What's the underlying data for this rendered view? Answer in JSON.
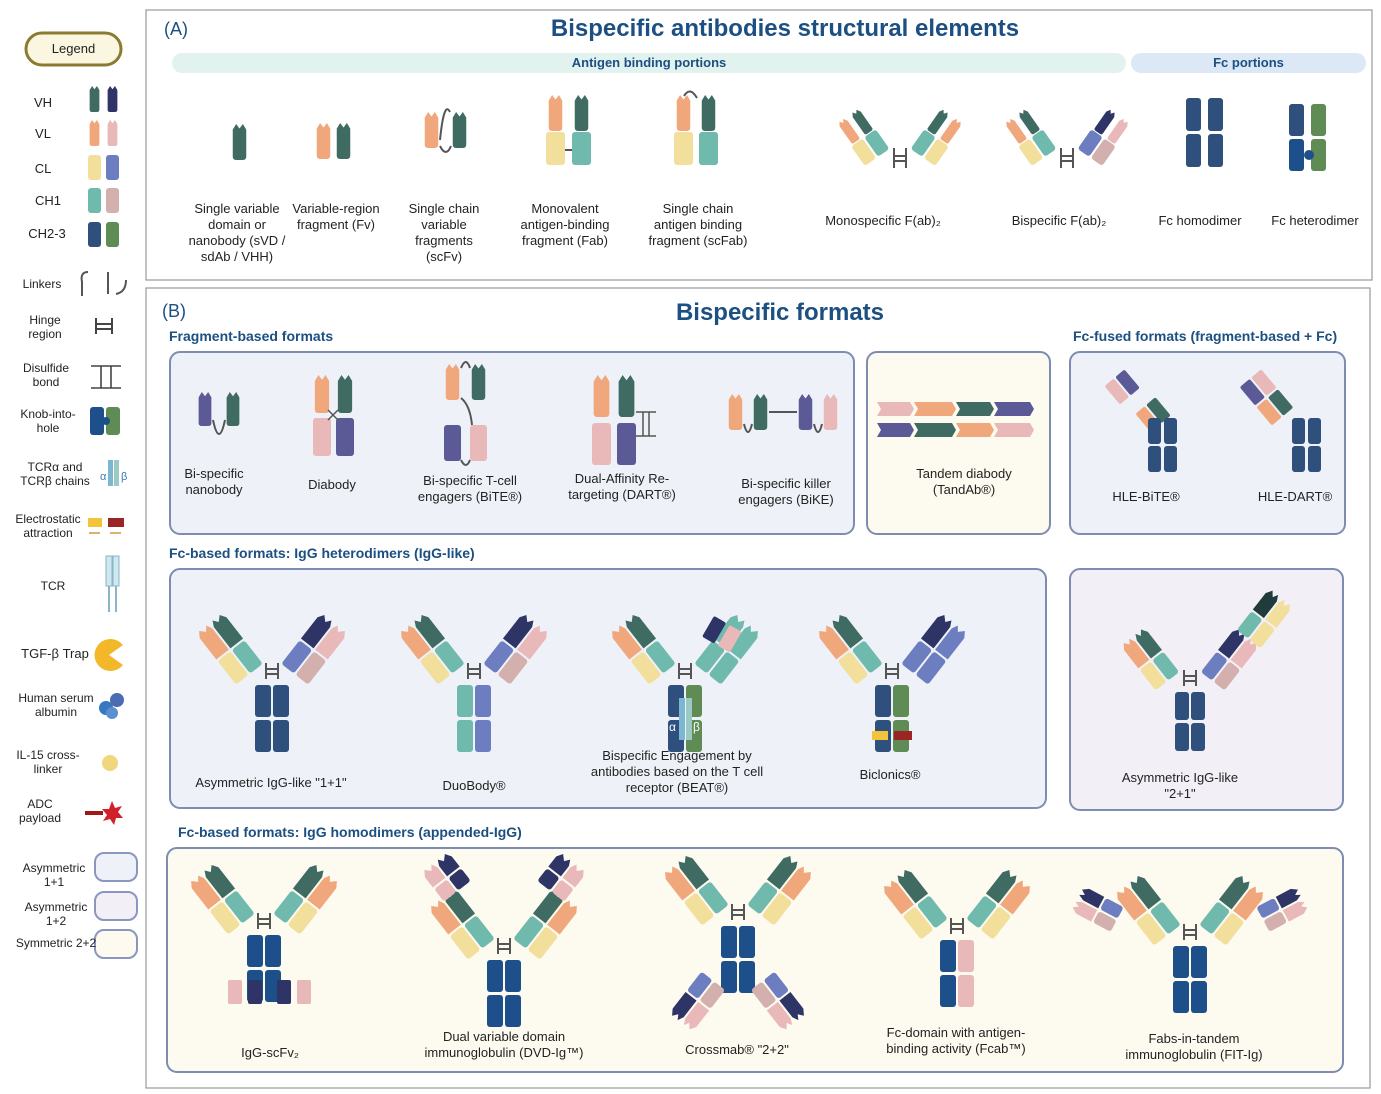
{
  "colors": {
    "vh_green": "#3f6b63",
    "vh_navy": "#2e3566",
    "vl_orange": "#f0a77c",
    "vl_pink": "#e9b8b8",
    "cl_yellow": "#f3df9c",
    "cl_blue": "#6c7ec0",
    "ch1_teal": "#6fb9ad",
    "ch1_rose": "#d3b0ae",
    "ch23_navy": "#2f4f7c",
    "ch23_green": "#5e8c54",
    "title_blue": "#1c4f82",
    "frame_gray": "#999999",
    "panel_blue_bg": "#eef2f8",
    "panel_lilac_bg": "#f3eff6",
    "panel_cream_bg": "#fdfaf0",
    "panel_border": "#7d8cb0"
  },
  "legend": {
    "title": "Legend",
    "rows": [
      {
        "label": "VH"
      },
      {
        "label": "VL"
      },
      {
        "label": "CL"
      },
      {
        "label": "CH1"
      },
      {
        "label": "CH2-3"
      },
      {
        "label": "Linkers"
      },
      {
        "label": "Hinge region"
      },
      {
        "label": "Disulfide bond"
      },
      {
        "label": "Knob-into-hole"
      },
      {
        "label": "TCRα and TCRβ chains"
      },
      {
        "label": "Electrostatic attraction"
      },
      {
        "label": "TCR"
      },
      {
        "label": "TGF-β Trap"
      },
      {
        "label": "Human serum albumin"
      },
      {
        "label": "IL-15 cross-linker"
      },
      {
        "label": "ADC payload"
      },
      {
        "label": "Asymmetric 1+1"
      },
      {
        "label": "Asymmetric 1+2"
      },
      {
        "label": "Symmetric 2+2"
      }
    ],
    "tcr_alpha": "α",
    "tcr_beta": "β"
  },
  "panel_a": {
    "tag": "(A)",
    "title": "Bispecific antibodies structural elements",
    "band_antigen": "Antigen binding portions",
    "band_fc": "Fc portions",
    "items": [
      {
        "label": "Single variable domain or nanobody (sVD / sdAb / VHH)"
      },
      {
        "label": "Variable-region fragment (Fv)"
      },
      {
        "label": "Single chain variable fragments (scFv)"
      },
      {
        "label": "Monovalent antigen-binding fragment (Fab)"
      },
      {
        "label": "Single chain antigen binding fragment (scFab)"
      },
      {
        "label": "Monospecific F(ab)₂"
      },
      {
        "label": "Bispecific F(ab)₂"
      },
      {
        "label": "Fc homodimer"
      },
      {
        "label": "Fc heterodimer"
      }
    ]
  },
  "panel_b": {
    "tag": "(B)",
    "title": "Bispecific formats",
    "sec_fragment": "Fragment-based formats",
    "sec_fcfused": "Fc-fused formats (fragment-based + Fc)",
    "sec_hetero": "Fc-based formats: IgG heterodimers (IgG-like)",
    "sec_homo": "Fc-based formats: IgG homodimers (appended-IgG)",
    "fragment_items": [
      {
        "label": "Bi-specific nanobody"
      },
      {
        "label": "Diabody"
      },
      {
        "label": "Bi-specific T-cell engagers (BiTE®)"
      },
      {
        "label": "Dual-Affinity Re-targeting (DART®)"
      },
      {
        "label": "Bi-specific killer engagers (BiKE)"
      }
    ],
    "tandab": "Tandem diabody (TandAb®)",
    "fcfused_items": [
      {
        "label": "HLE-BiTE®"
      },
      {
        "label": "HLE-DART®"
      }
    ],
    "hetero_items": [
      {
        "label": "Asymmetric IgG-like \"1+1\""
      },
      {
        "label": "DuoBody®"
      },
      {
        "label": "Bispecific Engagement by antibodies based on the T cell receptor (BEAT®)"
      },
      {
        "label": "Biclonics®"
      }
    ],
    "hetero_2plus1": "Asymmetric IgG-like \"2+1\"",
    "homo_items": [
      {
        "label": "IgG-scFv₂"
      },
      {
        "label": "Dual variable domain immunoglobulin (DVD-Ig™)"
      },
      {
        "label": "Crossmab® \"2+2\""
      },
      {
        "label": "Fc-domain with antigen-binding activity (Fcab™)"
      },
      {
        "label": "Fabs-in-tandem immunoglobulin (FIT-Ig)"
      }
    ],
    "beat_alpha": "α",
    "beat_beta": "β",
    "plus": "+",
    "minus": "−"
  }
}
